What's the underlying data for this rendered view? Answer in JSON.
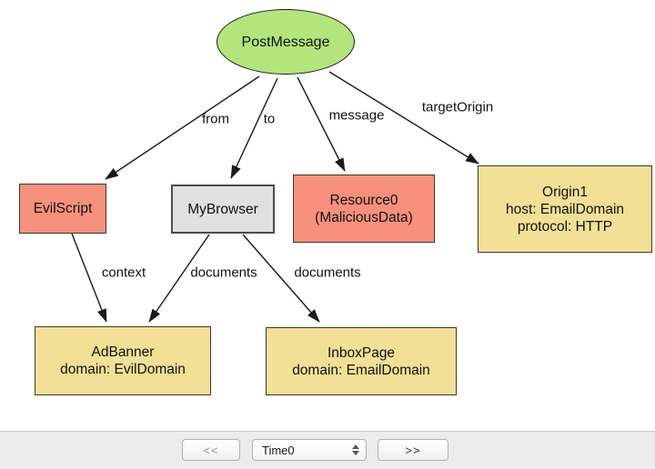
{
  "diagram": {
    "nodes": {
      "postmessage": {
        "label": "PostMessage",
        "fill": "#b2e57c"
      },
      "evilscript": {
        "label": "EvilScript",
        "fill": "#f7917e"
      },
      "mybrowser": {
        "label": "MyBrowser",
        "fill": "#e0e0e0"
      },
      "resource0": {
        "lines": [
          "Resource0",
          "(MaliciousData)"
        ],
        "fill": "#f7917e"
      },
      "origin1": {
        "lines": [
          "Origin1",
          "host: EmailDomain",
          "protocol: HTTP"
        ],
        "fill": "#f2e096"
      },
      "adbanner": {
        "lines": [
          "AdBanner",
          "domain: EvilDomain"
        ],
        "fill": "#f2e096"
      },
      "inboxpage": {
        "lines": [
          "InboxPage",
          "domain: EmailDomain"
        ],
        "fill": "#f2e096"
      }
    },
    "edges": [
      {
        "label": "from",
        "source": "PostMessage",
        "target": "EvilScript"
      },
      {
        "label": "to",
        "source": "PostMessage",
        "target": "MyBrowser"
      },
      {
        "label": "message",
        "source": "PostMessage",
        "target": "Resource0"
      },
      {
        "label": "targetOrigin",
        "source": "PostMessage",
        "target": "Origin1"
      },
      {
        "label": "context",
        "source": "EvilScript",
        "target": "AdBanner"
      },
      {
        "label": "documents",
        "source": "MyBrowser",
        "target": "AdBanner"
      },
      {
        "label": "documents",
        "source": "MyBrowser",
        "target": "InboxPage"
      }
    ],
    "edge_color": "#1a1a1a"
  },
  "toolbar": {
    "prev_label": "<<",
    "next_label": ">>",
    "time_selector": {
      "value": "Time0"
    }
  }
}
